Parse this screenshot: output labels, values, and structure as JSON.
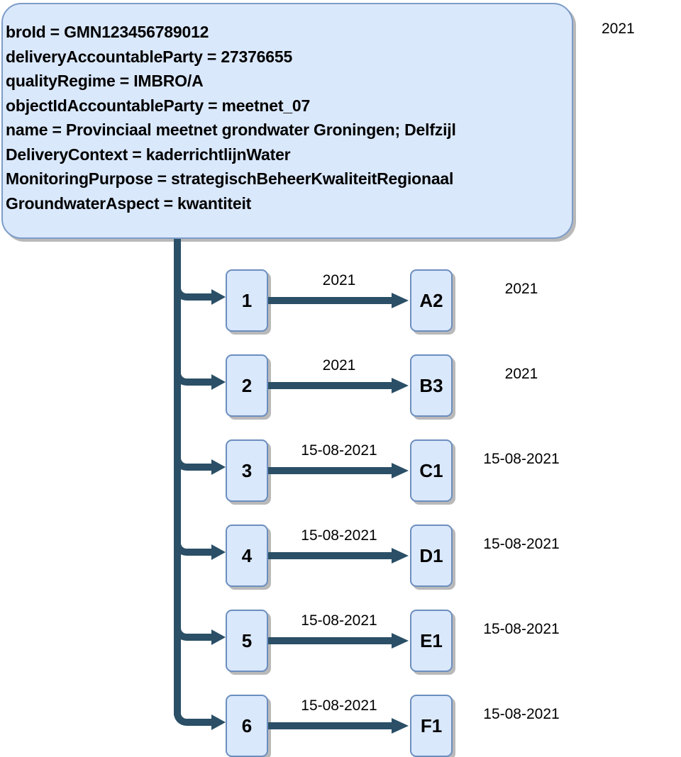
{
  "diagram": {
    "title_box": {
      "lines": [
        "broId = GMN123456789012",
        "deliveryAccountableParty = 27376655",
        "qualityRegime = IMBRO/A",
        "objectIdAccountableParty = meetnet_07",
        "name = Provinciaal meetnet grondwater Groningen; Delfzijl",
        "DeliveryContext = kaderrichtlijnWater",
        "MonitoringPurpose = strategischBeheerKwaliteitRegionaal",
        "GroundwaterAspect = kwantiteit"
      ],
      "right_label": "2021"
    },
    "rows": [
      {
        "source": "1",
        "edge_label": "2021",
        "target": "A2",
        "right_label": "2021"
      },
      {
        "source": "2",
        "edge_label": "2021",
        "target": "B3",
        "right_label": "2021"
      },
      {
        "source": "3",
        "edge_label": "15-08-2021",
        "target": "C1",
        "right_label": "15-08-2021"
      },
      {
        "source": "4",
        "edge_label": "15-08-2021",
        "target": "D1",
        "right_label": "15-08-2021"
      },
      {
        "source": "5",
        "edge_label": "15-08-2021",
        "target": "E1",
        "right_label": "15-08-2021"
      },
      {
        "source": "6",
        "edge_label": "15-08-2021",
        "target": "F1",
        "right_label": "15-08-2021"
      }
    ],
    "colors": {
      "node_fill": "#dae8fc",
      "node_border": "#6c8ebf",
      "connector": "#2a4f66",
      "shadow": "#b9b9b9",
      "text": "#000000",
      "background": "#ffffff"
    }
  }
}
